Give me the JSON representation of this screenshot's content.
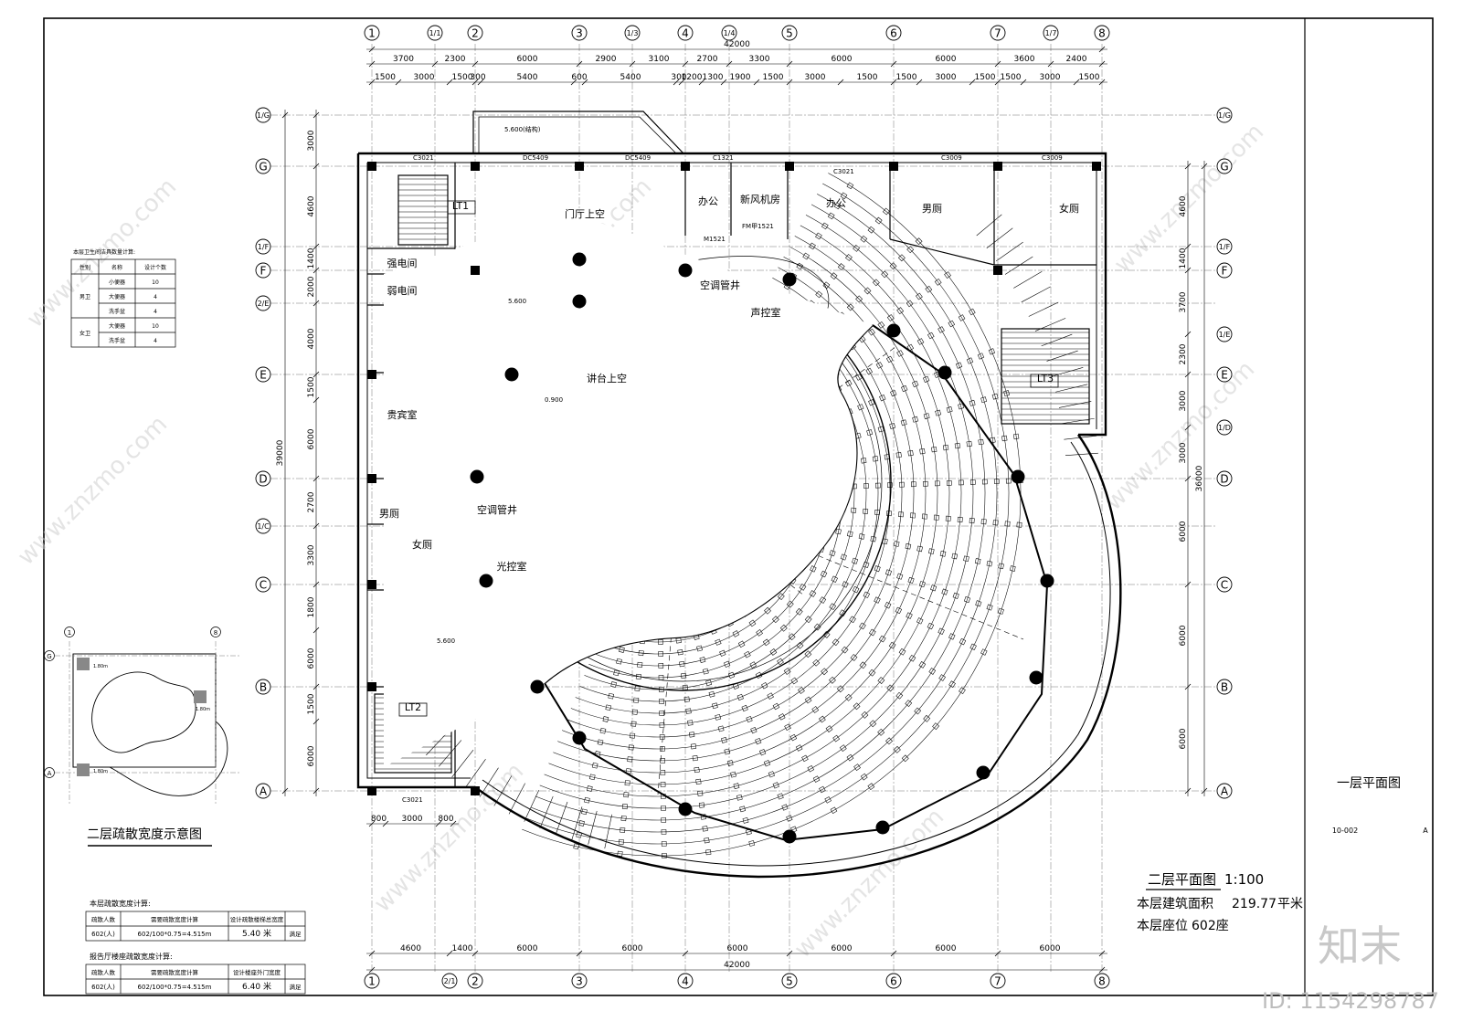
{
  "axes": {
    "columns_top": [
      "1",
      "1/1",
      "2",
      "3",
      "1/3",
      "4",
      "1/4",
      "5",
      "6",
      "7",
      "1/7",
      "8"
    ],
    "columns_bottom": [
      "1",
      "2/1",
      "2",
      "3",
      "4",
      "5",
      "6",
      "7",
      "8"
    ],
    "rows_left": [
      "1/G",
      "G",
      "1/F",
      "F",
      "2/E",
      "E",
      "D",
      "1/C",
      "C",
      "B",
      "A"
    ],
    "rows_right": [
      "1/G",
      "G",
      "1/F",
      "F",
      "1/E",
      "E",
      "1/D",
      "D",
      "C",
      "B",
      "A"
    ]
  },
  "dimensions": {
    "top_total": "42000",
    "top_row1": [
      "3700",
      "2300",
      "6000",
      "2900",
      "3100",
      "2700",
      "3300",
      "6000",
      "6000",
      "3600",
      "2400"
    ],
    "top_row2": [
      "1500",
      "3000",
      "1500",
      "300",
      "5400",
      "600",
      "5400",
      "300",
      "1200",
      "1300",
      "1900",
      "1500",
      "3000",
      "1500",
      "1500",
      "3000",
      "1500",
      "1500",
      "3000",
      "1500"
    ],
    "left_total": "39000",
    "left_row": [
      "3000",
      "4600",
      "1400",
      "2000",
      "4000",
      "1500",
      "6000",
      "2700",
      "3300",
      "1800",
      "6000",
      "1500",
      "6000"
    ],
    "right_total": "36000",
    "right_row": [
      "4600",
      "1400",
      "3700",
      "2300",
      "3000",
      "3000",
      "6000",
      "6000",
      "6000"
    ],
    "bottom_total": "42000",
    "bottom_row": [
      "4600",
      "1400",
      "6000",
      "6000",
      "6000",
      "6000",
      "6000",
      "6000"
    ],
    "bottom_small": [
      "800",
      "3000",
      "800"
    ]
  },
  "rooms": {
    "entrance_void": "门厅上空",
    "office_1": "办公",
    "fresh_air": "新风机房",
    "office_2": "办公",
    "men_wc_1": "男厕",
    "women_wc_1": "女厕",
    "strong_elec": "强电间",
    "weak_elec": "弱电间",
    "vip_room": "贵宾室",
    "men_wc_2": "男厕",
    "women_wc_2": "女厕",
    "ac_shaft_1": "空调管井",
    "ac_shaft_2": "空调管井",
    "light_ctrl": "光控室",
    "sound_ctrl": "声控室",
    "stage_void": "讲台上空",
    "lift_1": "LT1",
    "lift_2": "LT2",
    "lift_3": "LT3"
  },
  "labels": {
    "door_c3021_a": "C3021",
    "door_dc5409_a": "DC5409",
    "door_dc5409_b": "DC5409",
    "door_c1321": "C1321",
    "door_c3021_b": "C3021",
    "door_c3009_a": "C3009",
    "door_c3009_b": "C3009",
    "door_m1521": "M1521",
    "door_fmy": "FM甲1521",
    "elev_5600": "5.600(结构)",
    "elev_0900": "0.900",
    "elev_5600_b": "5.600",
    "elev_5600_c": "5.600",
    "door_c3021_bottom": "C3021"
  },
  "fixture_table": {
    "title": "本层卫生间洁具数量计算:",
    "headers": [
      "性别",
      "名称",
      "设计个数"
    ],
    "rows": [
      [
        "男卫",
        "小便器",
        "10"
      ],
      [
        "",
        "大便器",
        "4"
      ],
      [
        "",
        "洗手盆",
        "4"
      ],
      [
        "女卫",
        "大便器",
        "10"
      ],
      [
        "",
        "洗手盆",
        "4"
      ]
    ]
  },
  "evac_diagram": {
    "title": "二层疏散宽度示意图",
    "tag_1": "1.80m",
    "tag_2": "1.80m",
    "tag_3": "1.80m",
    "axis_g": "G",
    "axis_a": "A",
    "axis_1": "1",
    "axis_8": "8"
  },
  "evac_table_1": {
    "title": "本层疏散宽度计算:",
    "headers": [
      "疏散人数",
      "需要疏散宽度计算",
      "设计疏散楼梯总宽度",
      ""
    ],
    "row": [
      "602(人)",
      "602/100*0.75=4.515m",
      "5.40 米",
      "满足"
    ]
  },
  "evac_table_2": {
    "title": "报告厅楼座疏散宽度计算:",
    "headers": [
      "疏散人数",
      "需要疏散宽度计算",
      "设计楼座外门宽度",
      ""
    ],
    "row": [
      "602(人)",
      "602/100*0.75=4.515m",
      "6.40 米",
      "满足"
    ]
  },
  "plan_title": {
    "name": "二层平面图",
    "scale": "1:100",
    "area_label": "本层建筑面积",
    "area_value": "219.77",
    "area_unit": "平米",
    "seats_label": "本层座位",
    "seats_value": "602座"
  },
  "title_block": {
    "drawing_name": "一层平面图",
    "drawing_no": "10-002",
    "revision": "A"
  },
  "watermark": {
    "logo_text": "知末",
    "id_text": "ID: 1154298787",
    "site": "www.znzmo.com"
  }
}
